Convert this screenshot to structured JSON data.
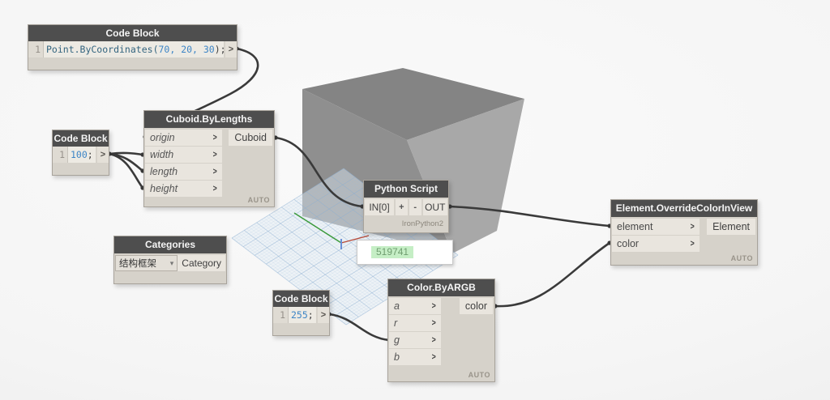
{
  "ui": {
    "port_arrow": ">",
    "chevron_icon": "▾"
  },
  "colors": {
    "wire": "#3a3a3a",
    "node_header": "#4e4e4e",
    "node_body": "#d6d2ca",
    "cube_top": "#848484",
    "cube_left": "#8f8f8f",
    "cube_right": "#a8a8a8",
    "grid_line": "#9dbfdc",
    "axis_green": "#3a9a3a",
    "axis_red": "#b84a38",
    "axis_blue": "#6b8fd6",
    "highlight_green": "#c5eec5"
  },
  "nodes": {
    "code_block_point": {
      "title": "Code Block",
      "line_no": "1",
      "ident": "Point.ByCoordinates",
      "open_paren": "(",
      "numbers": "70, 20, 30",
      "close": ");",
      "out": ">"
    },
    "code_block_100": {
      "title": "Code Block",
      "line_no": "1",
      "number": "100",
      "semi": ";",
      "out": ">"
    },
    "code_block_255": {
      "title": "Code Block",
      "line_no": "1",
      "number": "255",
      "semi": ";",
      "out": ">"
    },
    "cuboid": {
      "title": "Cuboid.ByLengths",
      "inputs": [
        "origin",
        "width",
        "length",
        "height"
      ],
      "output": "Cuboid",
      "footer": "AUTO"
    },
    "categories": {
      "title": "Categories",
      "value": "结构框架",
      "output": "Category"
    },
    "python": {
      "title": "Python Script",
      "input": "IN[0]",
      "plus": "+",
      "minus": "-",
      "output": "OUT",
      "engine": "IronPython2"
    },
    "color_argb": {
      "title": "Color.ByARGB",
      "inputs": [
        "a",
        "r",
        "g",
        "b"
      ],
      "output": "color",
      "footer": "AUTO"
    },
    "element_override": {
      "title": "Element.OverrideColorInView",
      "inputs": [
        "element",
        "color"
      ],
      "output": "Element",
      "footer": "AUTO"
    }
  },
  "preview": {
    "value": "519741"
  }
}
